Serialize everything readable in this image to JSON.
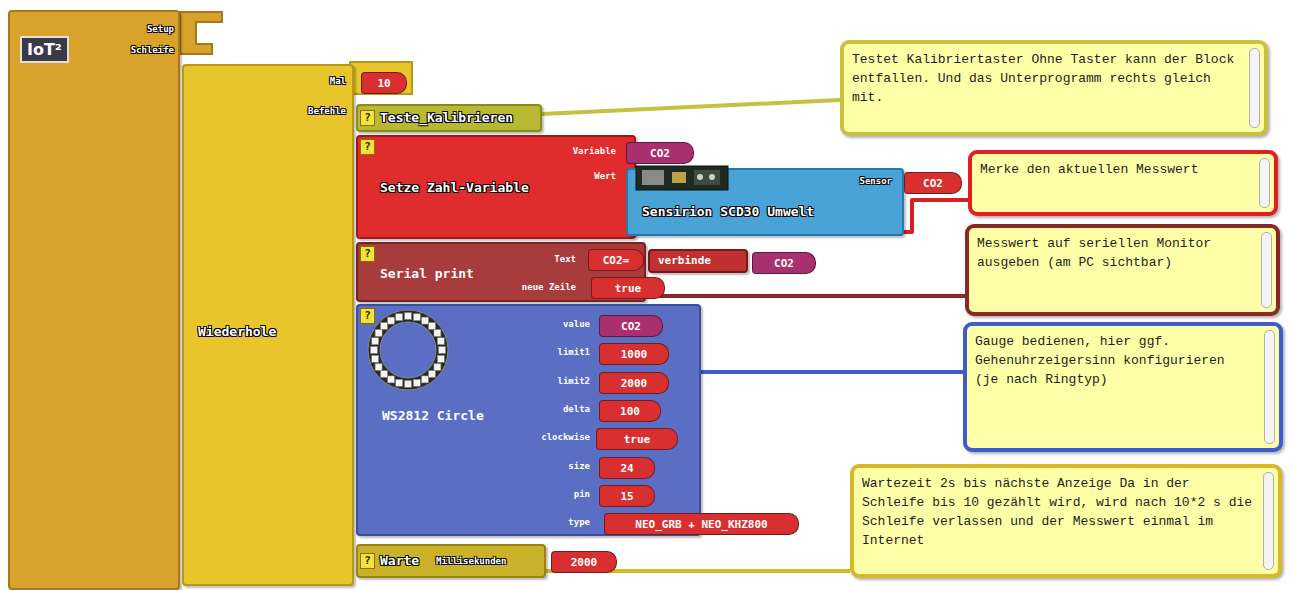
{
  "diagram": {
    "nodes": [
      {
        "text": [
          "IoT²",
          "Setup",
          "Schleife"
        ]
      },
      {
        "text": [
          "Wiederhole",
          "Mal",
          "Befehle"
        ],
        "in": 0
      },
      {
        "text": [
          "10"
        ],
        "in": 1
      },
      {
        "text": [
          "?",
          "Teste_Kalibrieren"
        ],
        "in": 1
      },
      {
        "text": [
          "?",
          "Setze Zahl-Variable",
          "Variable",
          "Wert"
        ],
        "in": 1
      },
      {
        "text": [
          "CO2"
        ],
        "in": 4
      },
      {
        "text": [
          "Sensirion SCD30 Umwelt",
          "Sensor"
        ],
        "in": 4
      },
      {
        "text": [
          "CO2"
        ],
        "in": 6
      },
      {
        "text": [
          "?",
          "Serial print",
          "Text",
          "neue Zeile"
        ],
        "in": 1
      },
      {
        "text": [
          "CO2="
        ],
        "in": 8
      },
      {
        "text": [
          "verbinde"
        ],
        "in": 8
      },
      {
        "text": [
          "CO2"
        ],
        "in": 10
      },
      {
        "text": [
          "true"
        ],
        "in": 8
      },
      {
        "text": [
          "?",
          "WS2812 Circle",
          "value",
          "limit1",
          "limit2",
          "delta",
          "clockwise",
          "size",
          "pin",
          "type"
        ],
        "in": 1
      },
      {
        "text": [
          "CO2"
        ],
        "in": 13
      },
      {
        "text": [
          "1000"
        ],
        "in": 13
      },
      {
        "text": [
          "2000"
        ],
        "in": 13
      },
      {
        "text": [
          "100"
        ],
        "in": 13
      },
      {
        "text": [
          "true"
        ],
        "in": 13
      },
      {
        "text": [
          "24"
        ],
        "in": 13
      },
      {
        "text": [
          "15"
        ],
        "in": 13
      },
      {
        "text": [
          "NEO_GRB + NEO_KHZ800"
        ],
        "in": 13
      },
      {
        "text": [
          "?",
          "Warte",
          "Millisekunden"
        ],
        "in": 1
      },
      {
        "text": [
          "2000"
        ],
        "in": 22
      },
      {
        "text": [
          "Testet Kalibriertaster Ohne Taster kann der Block entfallen. Und das Unterprogramm rechts gleich mit."
        ]
      },
      {
        "text": [
          "Merke den aktuellen Messwert"
        ]
      },
      {
        "text": [
          "Messwert auf seriellen Monitor ausgeben (am PC sichtbar)"
        ]
      },
      {
        "text": [
          "Gauge bedienen, hier ggf. Gehenuhrzeigersinn konfigurieren (je nach Ringtyp)"
        ]
      },
      {
        "text": [
          "Wartezeit 2s bis nächste Anzeige Da in der Schleife bis 10 gezählt wird, wird nach 10*2 s die Schleife verlassen und der Messwert einmal im Internet"
        ]
      }
    ],
    "edges": [
      {
        "from": 24,
        "to": 3,
        "arrow": "none"
      },
      {
        "from": 25,
        "to": 4,
        "arrow": "none"
      },
      {
        "from": 26,
        "to": 8,
        "arrow": "none"
      },
      {
        "from": 27,
        "to": 13,
        "arrow": "none"
      },
      {
        "from": 28,
        "to": 22,
        "arrow": "none"
      }
    ]
  }
}
